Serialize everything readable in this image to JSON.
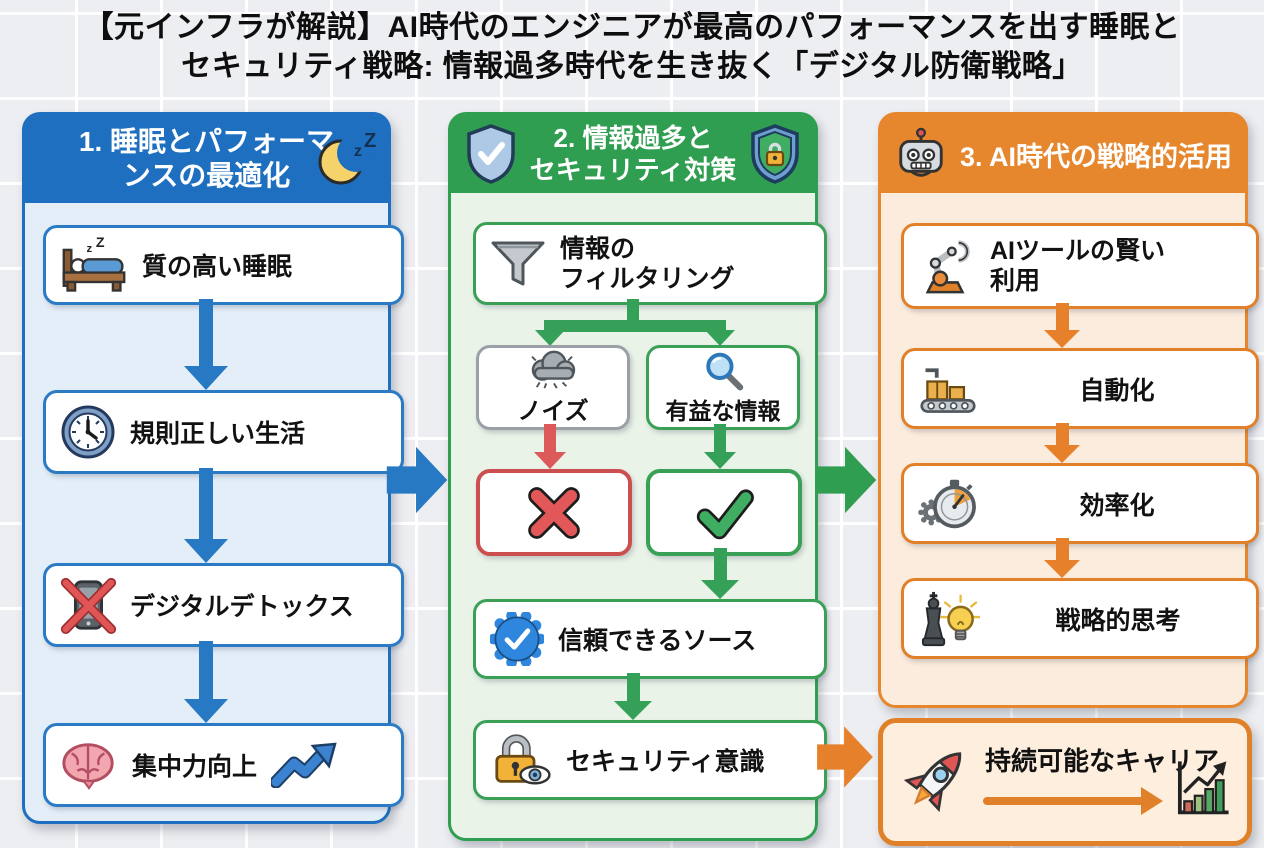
{
  "title": {
    "line1": "【元インフラが解説】AI時代のエンジニアが最高のパフォーマンスを出す睡眠と",
    "line2": "セキュリティ戦略: 情報過多時代を生き抜く「デジタル防衛戦略」"
  },
  "columns": {
    "sleep": {
      "header_line1": "1. 睡眠とパフォーマ",
      "header_line2": "ンスの最適化",
      "header_icon": "moon-zzz-icon",
      "accent": "#1e6fbf",
      "bg": "#e4eef8",
      "items": [
        {
          "label": "質の高い睡眠",
          "icon": "sleeping-bed-icon"
        },
        {
          "label": "規則正しい生活",
          "icon": "clock-icon"
        },
        {
          "label": "デジタルデトックス",
          "icon": "no-phone-icon"
        },
        {
          "label": "集中力向上",
          "icon": "brain-icon",
          "trailing_icon": "uptrend-arrow-icon"
        }
      ]
    },
    "security": {
      "header_line1": "2. 情報過多と",
      "header_line2": "セキュリティ対策",
      "header_icon_left": "shield-check-icon",
      "header_icon_right": "shield-lock-icon",
      "accent": "#2f9e50",
      "bg": "#e9f3e8",
      "filter": {
        "line1": "情報の",
        "line2": "フィルタリング",
        "icon": "funnel-icon"
      },
      "noise": {
        "label": "ノイズ",
        "icon": "storm-cloud-icon"
      },
      "useful": {
        "label": "有益な情報",
        "icon": "magnifier-icon"
      },
      "reject_icon": "red-cross-icon",
      "accept_icon": "green-check-icon",
      "trusted": {
        "label": "信頼できるソース",
        "icon": "verified-badge-icon"
      },
      "awareness": {
        "label": "セキュリティ意識",
        "icon": "lock-eye-icon"
      }
    },
    "ai": {
      "header": "3. AI時代の戦略的活用",
      "header_icon": "robot-icon",
      "accent": "#e6862d",
      "bg": "#fcecdd",
      "items": [
        {
          "line1": "AIツールの賢い",
          "line2": "利用",
          "icon": "robot-arm-icon"
        },
        {
          "label": "自動化",
          "icon": "conveyor-icon"
        },
        {
          "label": "効率化",
          "icon": "stopwatch-gear-icon"
        },
        {
          "label": "戦略的思考",
          "icon": "chess-lightbulb-icon"
        }
      ]
    }
  },
  "career": {
    "label": "持続可能なキャリア",
    "icon_left": "rocket-icon",
    "icon_right": "growth-chart-icon",
    "arrow_icon": "right-arrow-icon"
  },
  "glyphs": {
    "z_small": "z",
    "z_big": "Z"
  },
  "colors": {
    "blue": "#1e6fbf",
    "blue_light": "#e4eef8",
    "green": "#2f9e50",
    "green_light": "#e9f3e8",
    "orange": "#e6862d",
    "orange_light": "#fcecdd",
    "red": "#cc4f4f",
    "gray": "#9aa0a5",
    "text": "#121212"
  }
}
